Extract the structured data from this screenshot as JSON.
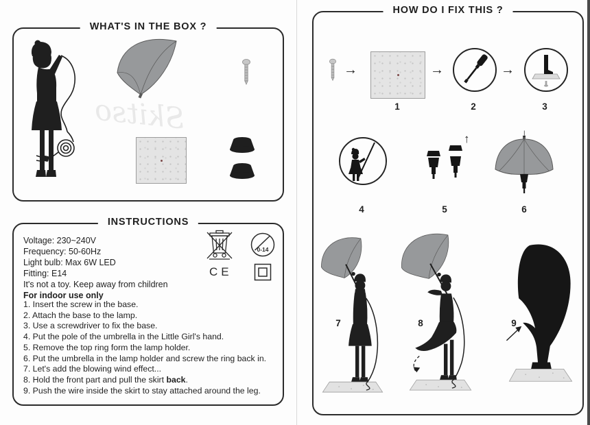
{
  "colors": {
    "ink": "#1f1f1f",
    "umbrella_gray": "#97999b",
    "marble": "#e4e4e4"
  },
  "left_page": {
    "box_title": "WHAT'S IN THE BOX ?",
    "showthrough": "Skitso",
    "contents": [
      "little-girl-lamp",
      "umbrella-canopy",
      "screw",
      "marble-base",
      "lamp-holder-rings"
    ],
    "instructions": {
      "title": "INSTRUCTIONS",
      "specs": [
        "Voltage: 230~240V",
        "Frequency: 50-60Hz",
        "Light bulb: Max 6W LED",
        "Fitting: E14",
        "It's not a toy. Keep away from children"
      ],
      "indoor_note": "For indoor use only",
      "steps": [
        "1. Insert the screw in the base.",
        "2. Attach the base to the lamp.",
        "3. Use a screwdriver to fix the base.",
        "4. Put the pole of the umbrella in the Little Girl's hand.",
        "5. Remove the top ring form the lamp holder.",
        "6. Put the umbrella in the lamp holder and screw the ring back in.",
        "7. Let's add the blowing wind effect...",
        "8. Hold the front part and pull the skirt",
        "9. Push the wire inside the skirt to stay attached around the leg."
      ],
      "step8_bold": "back",
      "step8_suffix": ".",
      "marks": {
        "age_restriction": "0-14",
        "ce": "CE"
      }
    }
  },
  "right_page": {
    "title": "HOW DO I FIX THIS ?",
    "step_numbers": [
      "1",
      "2",
      "3",
      "4",
      "5",
      "6",
      "7",
      "8",
      "9"
    ]
  },
  "icons": {
    "right_arrow": "→",
    "up_arrow": "↑",
    "down_arrow": "↓"
  }
}
